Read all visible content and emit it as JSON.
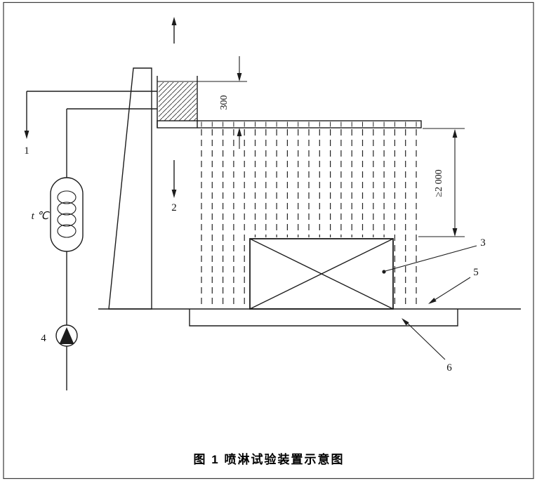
{
  "diagram": {
    "caption": "图 1 喷淋试验装置示意图",
    "labels": {
      "overflow": "1",
      "spray": "2",
      "specimen": "3",
      "pump": "4",
      "ground": "5",
      "basin": "6",
      "temperature": "t ℃"
    },
    "dimensions": {
      "tank_depth": "300",
      "spray_height": "≥2 000"
    },
    "colors": {
      "line": "#1c1c1c",
      "background": "#ffffff"
    }
  }
}
